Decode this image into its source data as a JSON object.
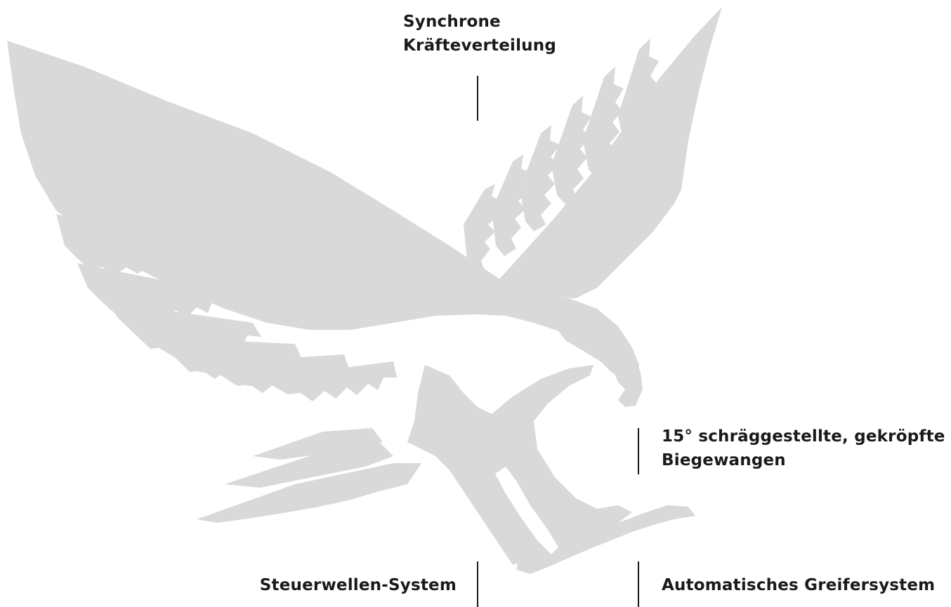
{
  "illustration": {
    "icon": "eagle-silhouette-icon",
    "fill_color": "#d9d9d9"
  },
  "labels": {
    "synchrone": {
      "line1": "Synchrone",
      "line2": "Kräfteverteilung"
    },
    "biegewangen": {
      "line1": "15° schräggestellte, gekröpfte",
      "line2": "Biegewangen"
    },
    "steuerwellen": {
      "text": "Steuerwellen-System"
    },
    "greifersystem": {
      "text": "Automatisches Greifersystem"
    }
  },
  "colors": {
    "text": "#1a1a1a",
    "illustration": "#d9d9d9",
    "background": "#ffffff"
  }
}
